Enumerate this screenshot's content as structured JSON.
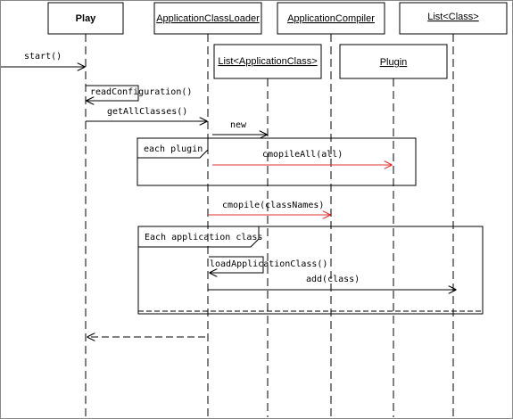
{
  "participants": {
    "play": "Play",
    "loader": "ApplicationClassLoader",
    "compiler": "ApplicationCompiler",
    "list_class": "List<Class>",
    "list_app_class": "List<ApplicationClass>",
    "plugin": "Plugin"
  },
  "messages": {
    "start": "start()",
    "read_config": "readConfiguration()",
    "get_all_classes": "getAllClasses()",
    "new": "new",
    "compile_all": "cmopileAll(all)",
    "compile_names": "cmopile(classNames)",
    "load_app_class": "loadApplicationClass()",
    "add_class": "add(class)"
  },
  "fragments": {
    "each_plugin": "each plugin",
    "each_app_class": "Each application class"
  },
  "colors": {
    "line": "#000000",
    "highlight": "#e03030"
  }
}
